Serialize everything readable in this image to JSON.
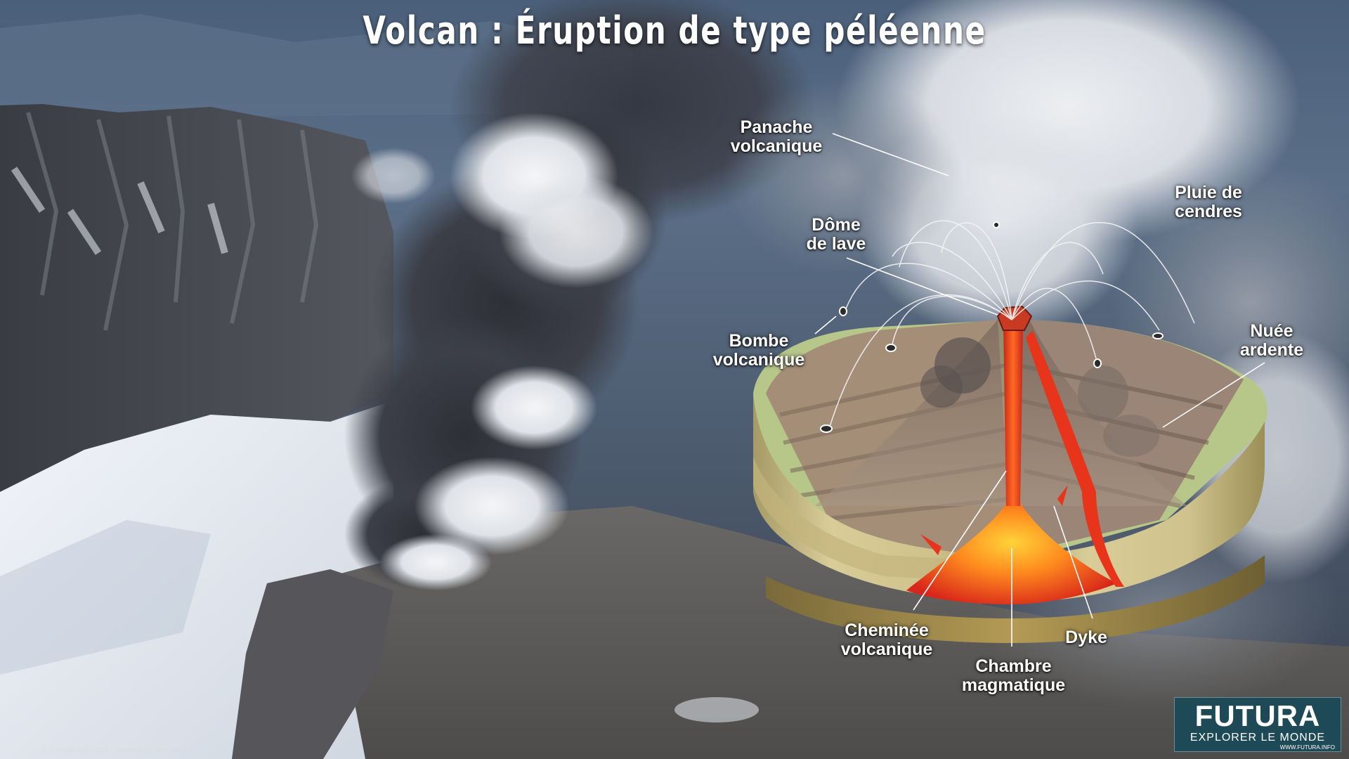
{
  "title": "Volcan : Éruption de type péléenne",
  "labels": {
    "panache": [
      "Panache",
      "volcanique"
    ],
    "pluie": [
      "Pluie de",
      "cendres"
    ],
    "dome": [
      "Dôme",
      "de lave"
    ],
    "bombe": [
      "Bombe",
      "volcanique"
    ],
    "nuee": [
      "Nuée",
      "ardente"
    ],
    "cheminee": [
      "Cheminée",
      "volcanique"
    ],
    "dyke": [
      "Dyke"
    ],
    "chambre": [
      "Chambre",
      "magmatique"
    ]
  },
  "credit": "© Complex01 CCO / Sémhur CC-BY-SA-3.0",
  "logo": {
    "brand": "FUTURA",
    "tagline": "EXPLORER LE MONDE",
    "url": "WWW.FUTURA.INFO"
  },
  "colors": {
    "magma": "#e8341a",
    "magma_core": "#ffb21f",
    "crust_outer": "#cdbf8a",
    "crust_top": "#b8c98a",
    "logo_bg": "#1e4a57"
  }
}
